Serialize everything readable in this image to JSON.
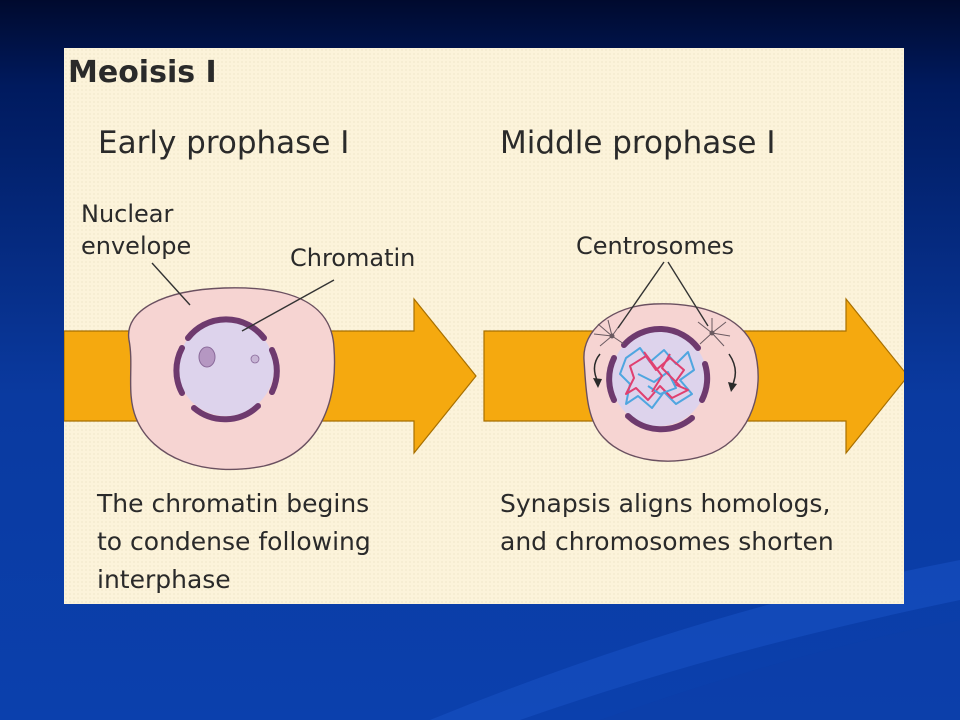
{
  "title": "Meoisis I",
  "stages": [
    {
      "heading": "Early prophase I",
      "labels": {
        "nuclear_envelope_line1": "Nuclear",
        "nuclear_envelope_line2": "envelope",
        "chromatin": "Chromatin"
      },
      "caption": [
        "The chromatin begins",
        "to condense following",
        "interphase"
      ]
    },
    {
      "heading": "Middle prophase I",
      "labels": {
        "centrosomes": "Centrosomes"
      },
      "caption": [
        "Synapsis aligns homologs,",
        "and chromosomes shorten"
      ]
    }
  ],
  "colors": {
    "panel_background": "#fcf3da",
    "arrow": "#f5a90f",
    "cell": "#f6d4d2",
    "nucleus": "#ddd3ec",
    "nuclear_envelope": "#6e3a6e",
    "chromosome_red": "#e04070",
    "chromosome_blue": "#4fa6e0",
    "slide_background": "#0b3aa3"
  }
}
